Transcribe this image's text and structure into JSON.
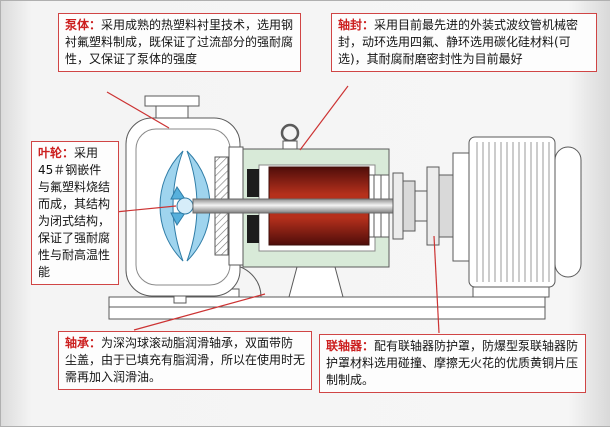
{
  "callouts": {
    "pump_body": {
      "label": "泵体：",
      "text": "采用成熟的热塑料衬里技术，选用钢衬氟塑料制成，既保证了过流部分的强耐腐性，又保证了泵体的强度"
    },
    "shaft_seal": {
      "label": "轴封：",
      "text": "采用目前最先进的外装式波纹管机械密封，动环选用四氟、静环选用碳化硅材料(可选)，其耐腐耐磨密封性为目前最好"
    },
    "impeller": {
      "label": "叶轮：",
      "text": "采用45＃钢嵌件与氟塑料烧结而成，其结构为闭式结构，保证了强耐腐性与耐高温性能"
    },
    "bearing": {
      "label": "轴承：",
      "text": "为深沟球滚动脂润滑轴承，双面带防尘盖，由于已填充有脂润滑，所以在使用时无需再加入润滑油。"
    },
    "coupling": {
      "label": "联轴器：",
      "text": "配有联轴器防护罩，防爆型泵联轴器防护罩材料选用碰撞、摩擦无火花的优质黄铜片压制制成。"
    }
  },
  "colors": {
    "callout_border": "#d04545",
    "label_red": "#cc1f1f",
    "leader_line": "#cc3333",
    "impeller_blue": "#9fd4ee",
    "rotor_red": "#b5301c",
    "bracket_green": "#d8ead8"
  }
}
